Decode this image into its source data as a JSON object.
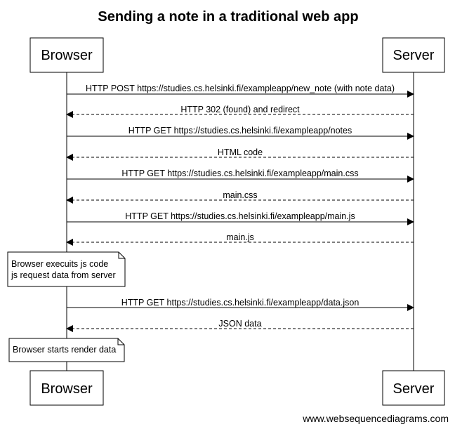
{
  "title": "Sending a note in a traditional web app",
  "actors": [
    "Browser",
    "Server"
  ],
  "messages": [
    {
      "label": "HTTP POST https://studies.cs.helsinki.fi/exampleapp/new_note (with note data)",
      "dir": "right",
      "style": "solid"
    },
    {
      "label": "HTTP 302 (found) and redirect",
      "dir": "left",
      "style": "dashed"
    },
    {
      "label": "HTTP GET https://studies.cs.helsinki.fi/exampleapp/notes",
      "dir": "right",
      "style": "solid"
    },
    {
      "label": "HTML code",
      "dir": "left",
      "style": "dashed"
    },
    {
      "label": "HTTP GET https://studies.cs.helsinki.fi/exampleapp/main.css",
      "dir": "right",
      "style": "solid"
    },
    {
      "label": "main.css",
      "dir": "left",
      "style": "dashed"
    },
    {
      "label": "HTTP GET https://studies.cs.helsinki.fi/exampleapp/main.js",
      "dir": "right",
      "style": "solid"
    },
    {
      "label": "main.js",
      "dir": "left",
      "style": "dashed"
    },
    {
      "label": "HTTP GET https://studies.cs.helsinki.fi/exampleapp/data.json",
      "dir": "right",
      "style": "solid"
    },
    {
      "label": "JSON data",
      "dir": "left",
      "style": "dashed"
    }
  ],
  "notes": [
    {
      "lines": [
        "Browser execuits js code",
        "js request data from server"
      ]
    },
    {
      "lines": [
        "Browser starts render data"
      ]
    }
  ],
  "watermark": "www.websequencediagrams.com"
}
